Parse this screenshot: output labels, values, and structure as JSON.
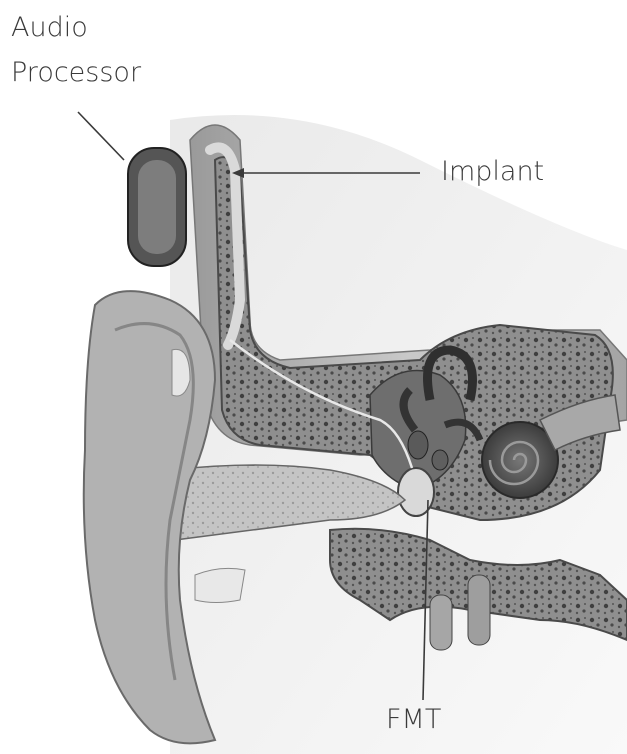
{
  "labels": {
    "audio": "Audio",
    "processor": "Processor",
    "implant": "Implant",
    "fmt": "FMT"
  },
  "colors": {
    "background": "#ffffff",
    "label_text": "#3a3a3a",
    "bone": "#8a8a8a",
    "soft_tissue": "#b8b8b8"
  },
  "icons": {
    "main": "ear-anatomy-illustration"
  }
}
